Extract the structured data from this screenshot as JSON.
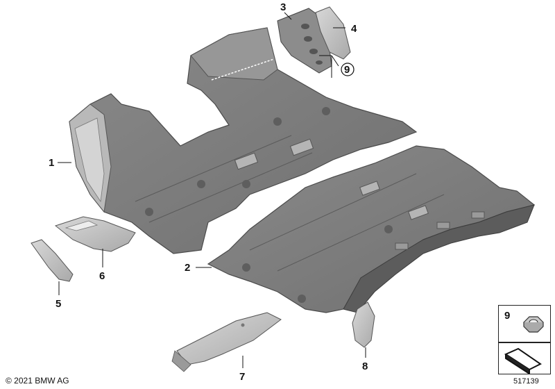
{
  "callouts": {
    "c1": "1",
    "c2": "2",
    "c3": "3",
    "c4": "4",
    "c5": "5",
    "c6": "6",
    "c7": "7",
    "c8": "8",
    "c9": "9"
  },
  "legend": {
    "item_number": "9",
    "item_icon": "nut-icon",
    "symbol_icon": "floor-covering-symbol-icon"
  },
  "footer": {
    "copyright": "© 2021 BMW AG",
    "document_number": "517139"
  }
}
